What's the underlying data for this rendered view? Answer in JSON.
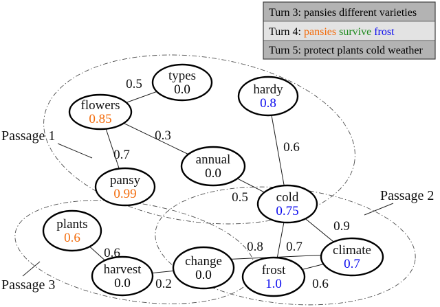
{
  "figure": {
    "background": "#ffffff",
    "description_colors": {
      "relevant_orange": "#f36c0c",
      "relevant_blue": "#0a0aee",
      "legend_green": "#1e8b1e",
      "zero_black": "#000000"
    }
  },
  "legend": {
    "row_colors": {
      "odd": "#b3b3b3",
      "even": "#e3e3e3"
    },
    "rows": [
      {
        "segments": [
          {
            "text": "Turn 3: pansies different varieties",
            "color": "#000000"
          }
        ]
      },
      {
        "segments": [
          {
            "text": "Turn 4: ",
            "color": "#000000"
          },
          {
            "text": "pansies ",
            "color": "#f36c0c"
          },
          {
            "text": "survive ",
            "color": "#1e8b1e"
          },
          {
            "text": "frost",
            "color": "#0a0aee"
          }
        ]
      },
      {
        "segments": [
          {
            "text": "Turn 5: protect plants cold weather",
            "color": "#000000"
          }
        ]
      }
    ]
  },
  "graph": {
    "nodes": [
      {
        "id": "types",
        "term": "types",
        "score": "0.0",
        "score_color": "#000000"
      },
      {
        "id": "hardy",
        "term": "hardy",
        "score": "0.8",
        "score_color": "#0a0aee"
      },
      {
        "id": "flowers",
        "term": "flowers",
        "score": "0.85",
        "score_color": "#f36c0c"
      },
      {
        "id": "annual",
        "term": "annual",
        "score": "0.0",
        "score_color": "#000000"
      },
      {
        "id": "pansy",
        "term": "pansy",
        "score": "0.99",
        "score_color": "#f36c0c"
      },
      {
        "id": "cold",
        "term": "cold",
        "score": "0.75",
        "score_color": "#0a0aee"
      },
      {
        "id": "plants",
        "term": "plants",
        "score": "0.6",
        "score_color": "#f36c0c"
      },
      {
        "id": "harvest",
        "term": "harvest",
        "score": "0.0",
        "score_color": "#000000"
      },
      {
        "id": "change",
        "term": "change",
        "score": "0.0",
        "score_color": "#000000"
      },
      {
        "id": "frost",
        "term": "frost",
        "score": "1.0",
        "score_color": "#0a0aee"
      },
      {
        "id": "climate",
        "term": "climate",
        "score": "0.7",
        "score_color": "#0a0aee"
      }
    ],
    "edges": [
      {
        "source": "flowers",
        "target": "types",
        "weight": "0.5"
      },
      {
        "source": "flowers",
        "target": "annual",
        "weight": "0.3"
      },
      {
        "source": "flowers",
        "target": "pansy",
        "weight": "0.7"
      },
      {
        "source": "hardy",
        "target": "cold",
        "weight": "0.6"
      },
      {
        "source": "annual",
        "target": "cold",
        "weight": "0.5"
      },
      {
        "source": "cold",
        "target": "climate",
        "weight": "0.9"
      },
      {
        "source": "cold",
        "target": "frost",
        "weight": "0.7"
      },
      {
        "source": "change",
        "target": "climate",
        "weight": "0.8"
      },
      {
        "source": "frost",
        "target": "climate",
        "weight": "0.6"
      },
      {
        "source": "plants",
        "target": "harvest",
        "weight": "0.6"
      },
      {
        "source": "harvest",
        "target": "change",
        "weight": "0.2"
      }
    ],
    "passages": [
      {
        "label": "Passage 1"
      },
      {
        "label": "Passage 2"
      },
      {
        "label": "Passage 3"
      }
    ]
  }
}
